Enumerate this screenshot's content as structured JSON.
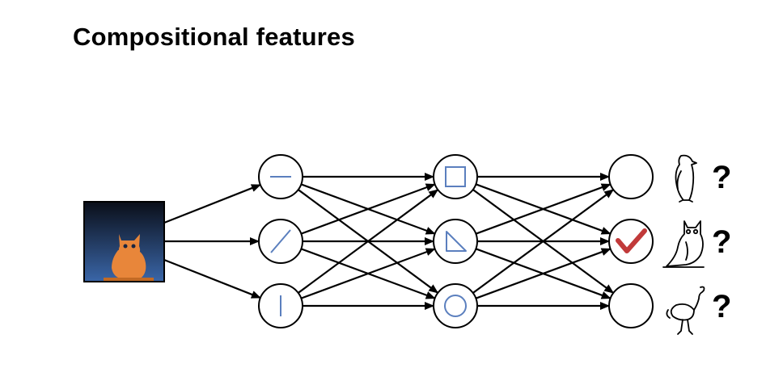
{
  "slide": {
    "title": "Compositional features"
  },
  "diagram": {
    "input": {
      "content": "owl-photo"
    },
    "layers": [
      {
        "name": "edge-features",
        "nodes": [
          {
            "id": "horizontal-line-node",
            "icon": "horizontal-line-icon"
          },
          {
            "id": "diagonal-line-node",
            "icon": "diagonal-line-icon"
          },
          {
            "id": "vertical-line-node",
            "icon": "vertical-line-icon"
          }
        ]
      },
      {
        "name": "shape-features",
        "nodes": [
          {
            "id": "square-node",
            "icon": "square-icon"
          },
          {
            "id": "triangle-node",
            "icon": "triangle-icon"
          },
          {
            "id": "circle-node",
            "icon": "circle-icon"
          }
        ]
      },
      {
        "name": "outputs",
        "nodes": [
          {
            "id": "penguin-output-node",
            "icon": "",
            "checked": false,
            "label_icon": "penguin-icon",
            "label": "?"
          },
          {
            "id": "owl-output-node",
            "icon": "checkmark-icon",
            "checked": true,
            "label_icon": "owl-icon",
            "label": "?"
          },
          {
            "id": "ostrich-output-node",
            "icon": "",
            "checked": false,
            "label_icon": "ostrich-icon",
            "label": "?"
          }
        ]
      }
    ],
    "colors": {
      "feature_icon": "#5b7fbe",
      "checkmark": "#c13a3a",
      "input_gradient_top": "#0a0e18",
      "input_gradient_bottom": "#3a66a8",
      "owl": "#e8863a"
    }
  }
}
